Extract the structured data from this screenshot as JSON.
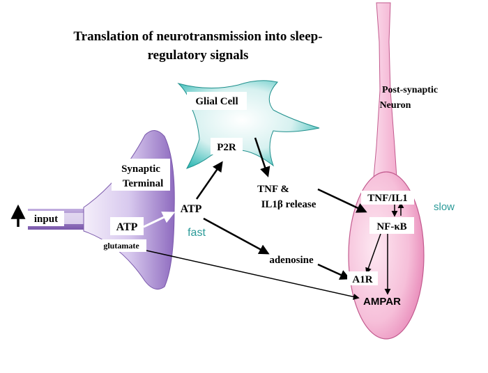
{
  "title_line1": "Translation of neurotransmission into sleep-",
  "title_line2": "regulatory signals",
  "labels": {
    "glial_cell": "Glial Cell",
    "p2r": "P2R",
    "post_synaptic_1": "Post-synaptic",
    "post_synaptic_2": "Neuron",
    "synaptic_1": "Synaptic",
    "synaptic_2": "Terminal",
    "input": "input",
    "atp_terminal": "ATP",
    "glutamate": "glutamate",
    "atp_center": "ATP",
    "fast": "fast",
    "tnf_release_1": "TNF &",
    "tnf_release_2": "IL1β release",
    "adenosine": "adenosine",
    "tnf_il1": "TNF/IL1",
    "nfkb": "NF-κB",
    "slow": "slow",
    "a1r": "A1R",
    "ampar": "AMPAR"
  },
  "colors": {
    "terminal_purple": "#9b7cc8",
    "terminal_light": "#ece4f6",
    "glial_teal": "#2fb8b4",
    "neuron_pink": "#e47bb0",
    "neuron_light": "#fbe0ee",
    "label_teal": "#2a9a98"
  }
}
